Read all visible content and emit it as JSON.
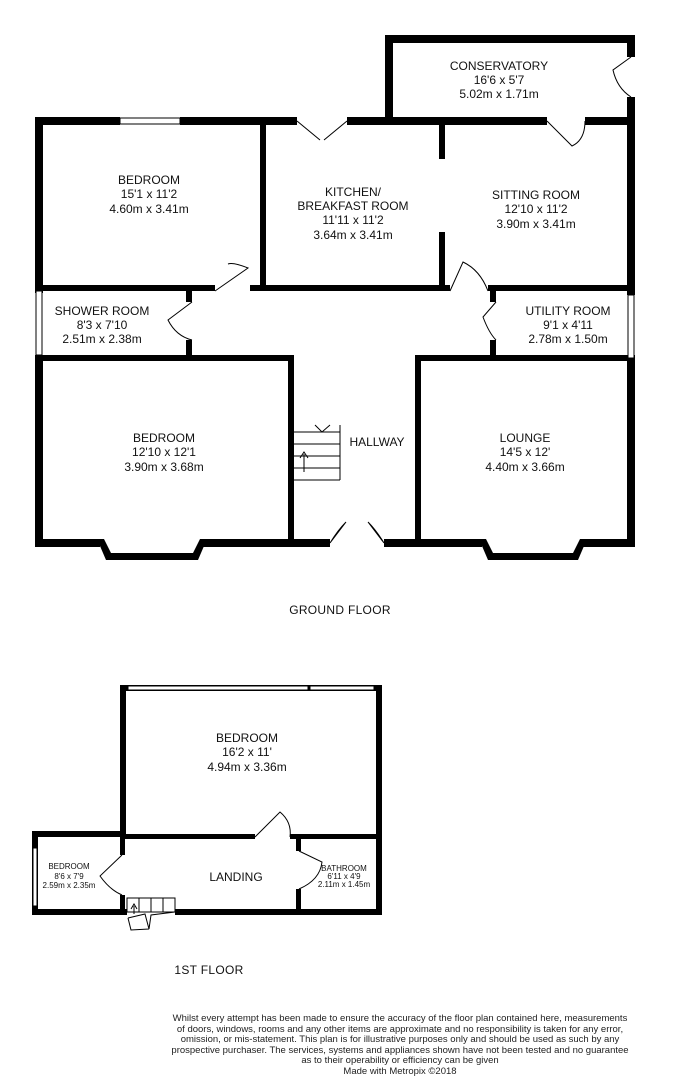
{
  "ground_floor": {
    "label": "GROUND FLOOR",
    "rooms": {
      "conservatory": {
        "name": "CONSERVATORY",
        "imperial": "16'6 x 5'7",
        "metric": "5.02m x 1.71m"
      },
      "bedroom1": {
        "name": "BEDROOM",
        "imperial": "15'1 x 11'2",
        "metric": "4.60m x 3.41m"
      },
      "kitchen": {
        "name1": "KITCHEN/",
        "name2": "BREAKFAST ROOM",
        "imperial": "11'11 x 11'2",
        "metric": "3.64m x 3.41m"
      },
      "sitting": {
        "name": "SITTING ROOM",
        "imperial": "12'10 x 11'2",
        "metric": "3.90m x 3.41m"
      },
      "shower": {
        "name": "SHOWER ROOM",
        "imperial": "8'3 x 7'10",
        "metric": "2.51m x 2.38m"
      },
      "utility": {
        "name": "UTILITY ROOM",
        "imperial": "9'1 x 4'11",
        "metric": "2.78m x 1.50m"
      },
      "bedroom2": {
        "name": "BEDROOM",
        "imperial": "12'10 x 12'1",
        "metric": "3.90m x 3.68m"
      },
      "hallway": {
        "name": "HALLWAY"
      },
      "lounge": {
        "name": "LOUNGE",
        "imperial": "14'5 x 12'",
        "metric": "4.40m x 3.66m"
      }
    }
  },
  "first_floor": {
    "label": "1ST FLOOR",
    "rooms": {
      "bedroom_main": {
        "name": "BEDROOM",
        "imperial": "16'2 x 11'",
        "metric": "4.94m x 3.36m"
      },
      "landing": {
        "name": "LANDING"
      },
      "bedroom_small": {
        "name": "BEDROOM",
        "imperial": "8'6 x 7'9",
        "metric": "2.59m x 2.35m"
      },
      "bathroom": {
        "name": "BATHROOM",
        "imperial": "6'11 x 4'9",
        "metric": "2.11m x 1.45m"
      }
    }
  },
  "disclaimer": {
    "lines": [
      "Whilst every attempt has been made to ensure the accuracy of the floor plan contained here, measurements",
      "of doors, windows, rooms and any other items are approximate and no responsibility is taken for any error,",
      "omission, or mis-statement. This plan is for illustrative purposes only and should be used as such by any",
      "prospective purchaser. The services, systems and appliances shown have not been tested and no guarantee",
      "as to their operability or efficiency can be given",
      "Made with Metropix ©2018"
    ]
  }
}
